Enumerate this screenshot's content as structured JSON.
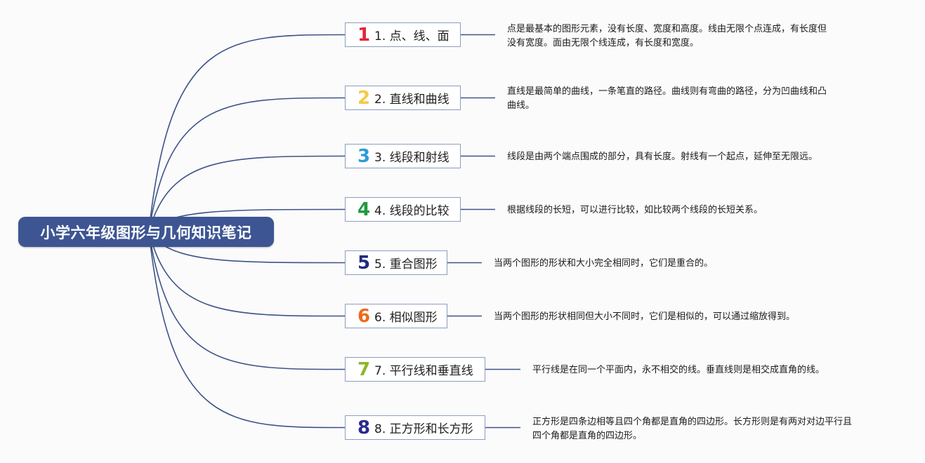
{
  "root": {
    "title": "小学六年级图形与几何知识笔记",
    "fill_color": "#3d5592"
  },
  "colors": {
    "line": "#3f5486",
    "topic_border": "#8d9cbe"
  },
  "topics": [
    {
      "icon": "1",
      "icon_name": "number-1-icon",
      "icon_color": "#e0263c",
      "label": "1. 点、线、面",
      "description": [
        "点是最基本的图形元素，没有长度、宽度和高度。线由无限个点连成，有长度但",
        "没有宽度。面由无限个线连成，有长度和宽度。"
      ]
    },
    {
      "icon": "2",
      "icon_name": "number-2-icon",
      "icon_color": "#f5c945",
      "label": "2. 直线和曲线",
      "description": [
        "直线是最简单的曲线，一条笔直的路径。曲线则有弯曲的路径，分为凹曲线和凸",
        "曲线。"
      ]
    },
    {
      "icon": "3",
      "icon_name": "number-3-icon",
      "icon_color": "#2e9bd6",
      "label": "3. 线段和射线",
      "description": [
        "线段是由两个端点围成的部分，具有长度。射线有一个起点，延伸至无限远。"
      ]
    },
    {
      "icon": "4",
      "icon_name": "number-4-icon",
      "icon_color": "#1f9a3e",
      "label": "4. 线段的比较",
      "description": [
        "根据线段的长短，可以进行比较，如比较两个线段的长短关系。"
      ]
    },
    {
      "icon": "5",
      "icon_name": "number-5-icon",
      "icon_color": "#1f2d7a",
      "label": "5. 重合图形",
      "description": [
        "当两个图形的形状和大小完全相同时，它们是重合的。"
      ]
    },
    {
      "icon": "6",
      "icon_name": "number-6-icon",
      "icon_color": "#ee6a1a",
      "label": "6. 相似图形",
      "description": [
        "当两个图形的形状相同但大小不同时，它们是相似的，可以通过缩放得到。"
      ]
    },
    {
      "icon": "7",
      "icon_name": "number-7-icon",
      "icon_color": "#8bb82a",
      "label": "7. 平行线和垂直线",
      "description": [
        "平行线是在同一个平面内，永不相交的线。垂直线则是相交成直角的线。"
      ]
    },
    {
      "icon": "8",
      "icon_name": "number-8-icon",
      "icon_color": "#2a2a8c",
      "label": "8. 正方形和长方形",
      "description": [
        "正方形是四条边相等且四个角都是直角的四边形。长方形则是有两对对边平行且",
        "四个角都是直角的四边形。"
      ]
    }
  ]
}
